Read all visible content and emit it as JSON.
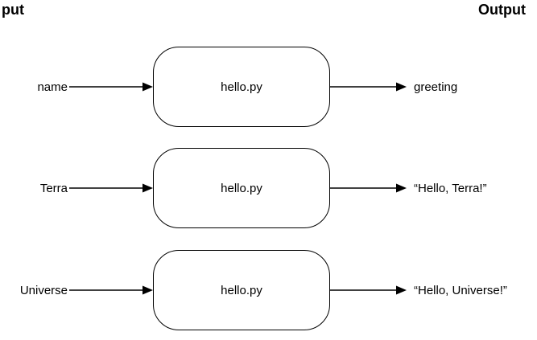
{
  "header": {
    "input_label": "put",
    "output_label": "Output"
  },
  "rows": [
    {
      "input": "name",
      "process": "hello.py",
      "output": "greeting"
    },
    {
      "input": "Terra",
      "process": "hello.py",
      "output": "“Hello, Terra!”"
    },
    {
      "input": "Universe",
      "process": "hello.py",
      "output": "“Hello, Universe!”"
    }
  ],
  "colors": {
    "line": "#000000",
    "text": "#000000",
    "background": "#ffffff"
  }
}
